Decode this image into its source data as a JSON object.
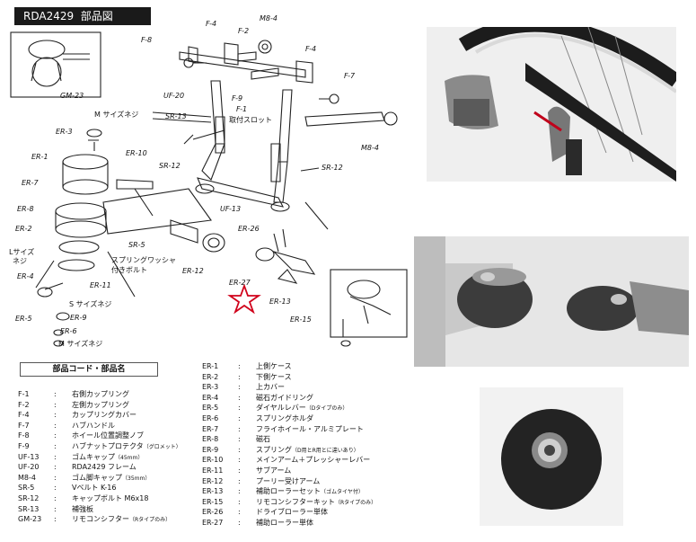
{
  "header": {
    "model_code": "RDA2429",
    "subtitle": "部品図"
  },
  "callouts": {
    "F-8": "F-8",
    "F-4a": "F-4",
    "F-2": "F-2",
    "M8-4a": "M8-4",
    "F-4b": "F-4",
    "F-7": "F-7",
    "UF-20": "UF-20",
    "F-9": "F-9",
    "F-1": "F-1",
    "slot": "取付スロット",
    "SR-13": "SR-13",
    "SR-12a": "SR-12",
    "M8-4b": "M8-4",
    "SR-12b": "SR-12",
    "UF-13": "UF-13",
    "ER-26": "ER-26",
    "ER-3": "ER-3",
    "M-screw-a": "M サイズネジ",
    "ER-1": "ER-1",
    "ER-10": "ER-10",
    "ER-7": "ER-7",
    "ER-8": "ER-8",
    "ER-2": "ER-2",
    "SR-5": "SR-5",
    "L-screw-1": "Lサイズ",
    "L-screw-2": "ネジ",
    "spring-bolt-1": "スプリングワッシャ",
    "spring-bolt-2": "付きボルト",
    "ER-12": "ER-12",
    "ER-4": "ER-4",
    "ER-11": "ER-11",
    "S-screw": "S サイズネジ",
    "ER-5": "ER-5",
    "ER-9": "ER-9",
    "ER-6": "ER-6",
    "M-screw-b": "M サイズネジ",
    "ER-27": "ER-27",
    "ER-13": "ER-13",
    "ER-15": "ER-15",
    "GM-23": "GM-23"
  },
  "legend": {
    "title": "部品コード・部品名",
    "left": [
      {
        "code": "F-1",
        "name": "右側カップリング",
        "note": ""
      },
      {
        "code": "F-2",
        "name": "左側カップリング",
        "note": ""
      },
      {
        "code": "F-4",
        "name": "カップリングカバー",
        "note": ""
      },
      {
        "code": "F-7",
        "name": "ハブハンドル",
        "note": ""
      },
      {
        "code": "F-8",
        "name": "ホイール位置調整ノブ",
        "note": ""
      },
      {
        "code": "F-9",
        "name": "ハブナットプロテクタ",
        "note": "（グロメット）"
      },
      {
        "code": "UF-13",
        "name": "ゴムキャップ",
        "note": "（45mm）"
      },
      {
        "code": "UF-20",
        "name": "RDA2429 フレーム",
        "note": ""
      },
      {
        "code": "M8-4",
        "name": "ゴム脚キャップ",
        "note": "（35mm）"
      },
      {
        "code": "SR-5",
        "name": "Vベルト K-16",
        "note": ""
      },
      {
        "code": "SR-12",
        "name": "キャップボルト M6x18",
        "note": ""
      },
      {
        "code": "SR-13",
        "name": "補強板",
        "note": ""
      },
      {
        "code": "GM-23",
        "name": "リモコンシフター",
        "note": "（Rタイプのみ）"
      }
    ],
    "right": [
      {
        "code": "ER-1",
        "name": "上側ケース",
        "note": ""
      },
      {
        "code": "ER-2",
        "name": "下側ケース",
        "note": ""
      },
      {
        "code": "ER-3",
        "name": "上カバー",
        "note": ""
      },
      {
        "code": "ER-4",
        "name": "磁石ガイドリング",
        "note": ""
      },
      {
        "code": "ER-5",
        "name": "ダイヤルレバー",
        "note": "（Dタイプのみ）"
      },
      {
        "code": "ER-6",
        "name": "スプリングホルダ",
        "note": ""
      },
      {
        "code": "ER-7",
        "name": "フライホイール・アルミプレート",
        "note": ""
      },
      {
        "code": "ER-8",
        "name": "磁石",
        "note": ""
      },
      {
        "code": "ER-9",
        "name": "スプリング",
        "note": "（D用とR用とに違いあり）"
      },
      {
        "code": "ER-10",
        "name": "メインアーム＋プレッシャーレバー",
        "note": ""
      },
      {
        "code": "ER-11",
        "name": "サブアーム",
        "note": ""
      },
      {
        "code": "ER-12",
        "name": "プーリー受けアーム",
        "note": ""
      },
      {
        "code": "ER-13",
        "name": "補助ローラーセット",
        "note": "（ゴムタイヤ付）"
      },
      {
        "code": "ER-15",
        "name": "リモコンシフターキット",
        "note": "（Rタイプのみ）"
      },
      {
        "code": "ER-26",
        "name": "ドライブローラー単体",
        "note": ""
      },
      {
        "code": "ER-27",
        "name": "補助ローラー単体",
        "note": ""
      }
    ],
    "colon": ":"
  },
  "colors": {
    "star": "#d0021b",
    "badge_bg": "#1a1a1a",
    "photo_bg": "#efefef"
  },
  "icons": {
    "star": "star-icon"
  }
}
